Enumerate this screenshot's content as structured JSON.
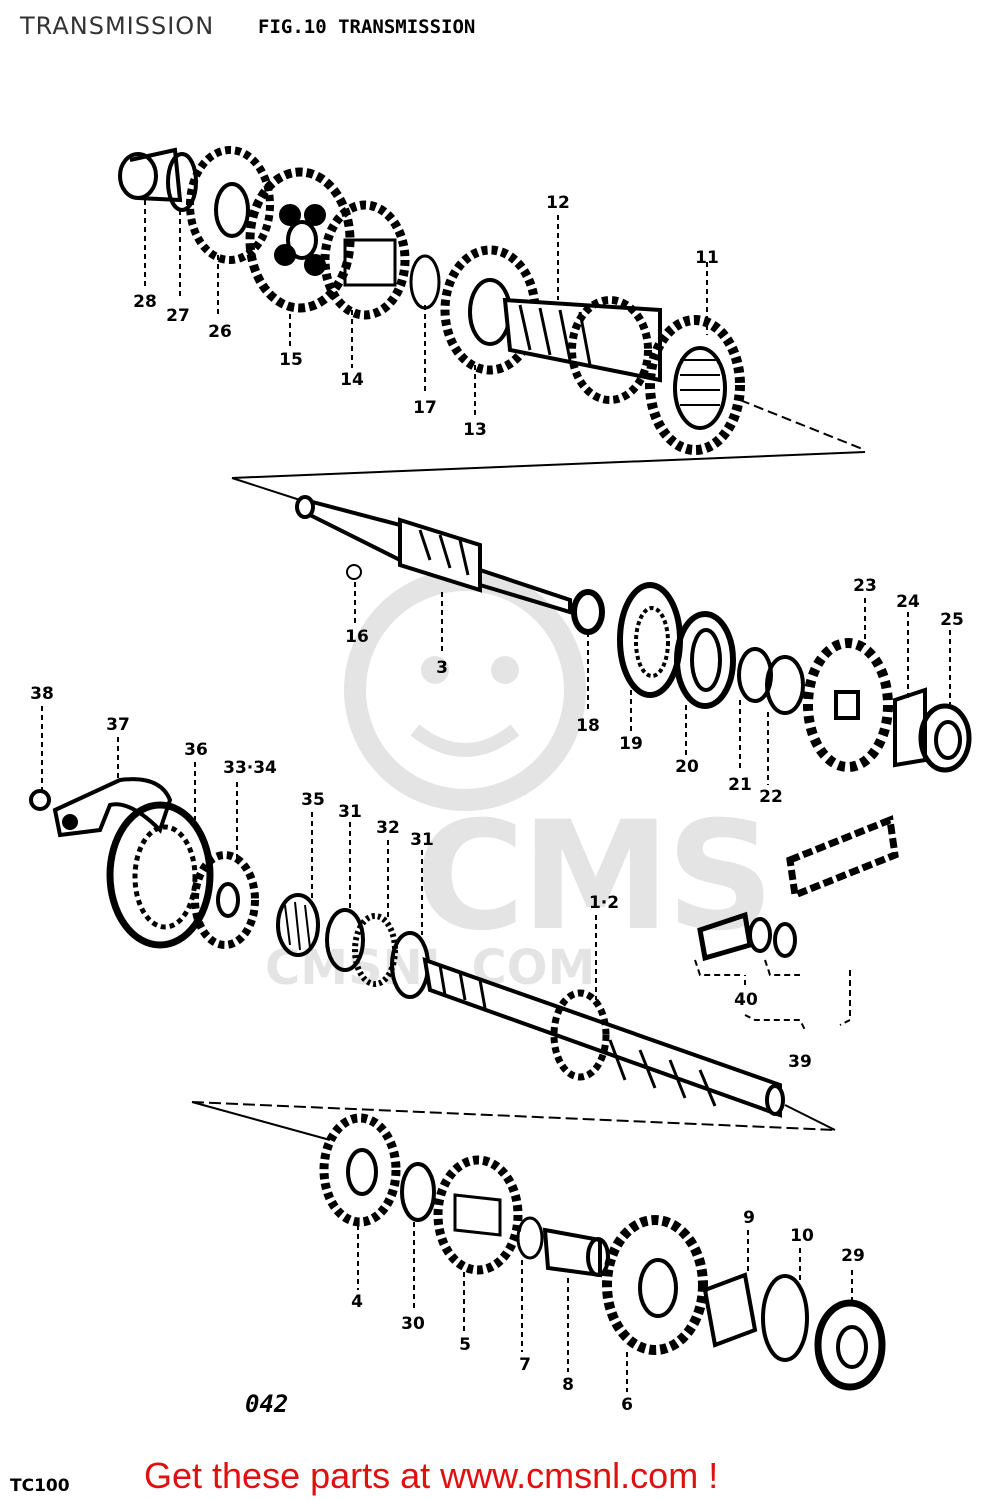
{
  "header": {
    "title": "TRANSMISSION",
    "figure_title": "FIG.10  TRANSMISSION"
  },
  "watermark": {
    "text": "CMS",
    "url": "CMSNL.COM"
  },
  "callouts": [
    {
      "id": "28",
      "label": "28"
    },
    {
      "id": "27",
      "label": "27"
    },
    {
      "id": "26",
      "label": "26"
    },
    {
      "id": "15",
      "label": "15"
    },
    {
      "id": "14",
      "label": "14"
    },
    {
      "id": "17",
      "label": "17"
    },
    {
      "id": "13",
      "label": "13"
    },
    {
      "id": "12",
      "label": "12"
    },
    {
      "id": "11",
      "label": "11"
    },
    {
      "id": "16",
      "label": "16"
    },
    {
      "id": "3",
      "label": "3"
    },
    {
      "id": "18",
      "label": "18"
    },
    {
      "id": "19",
      "label": "19"
    },
    {
      "id": "20",
      "label": "20"
    },
    {
      "id": "21",
      "label": "21"
    },
    {
      "id": "22",
      "label": "22"
    },
    {
      "id": "23",
      "label": "23"
    },
    {
      "id": "24",
      "label": "24"
    },
    {
      "id": "25",
      "label": "25"
    },
    {
      "id": "38",
      "label": "38"
    },
    {
      "id": "37",
      "label": "37"
    },
    {
      "id": "36",
      "label": "36"
    },
    {
      "id": "33-34",
      "label": "33·34"
    },
    {
      "id": "35",
      "label": "35"
    },
    {
      "id": "31a",
      "label": "31"
    },
    {
      "id": "32",
      "label": "32"
    },
    {
      "id": "31b",
      "label": "31"
    },
    {
      "id": "1-2",
      "label": "1·2"
    },
    {
      "id": "40",
      "label": "40"
    },
    {
      "id": "39",
      "label": "39"
    },
    {
      "id": "4",
      "label": "4"
    },
    {
      "id": "30",
      "label": "30"
    },
    {
      "id": "5",
      "label": "5"
    },
    {
      "id": "7",
      "label": "7"
    },
    {
      "id": "8",
      "label": "8"
    },
    {
      "id": "6",
      "label": "6"
    },
    {
      "id": "9",
      "label": "9"
    },
    {
      "id": "10",
      "label": "10"
    },
    {
      "id": "29",
      "label": "29"
    }
  ],
  "footer": {
    "page_code": "042",
    "model": "TC100",
    "promo_text": "Get these parts at www.cmsnl.com !"
  }
}
